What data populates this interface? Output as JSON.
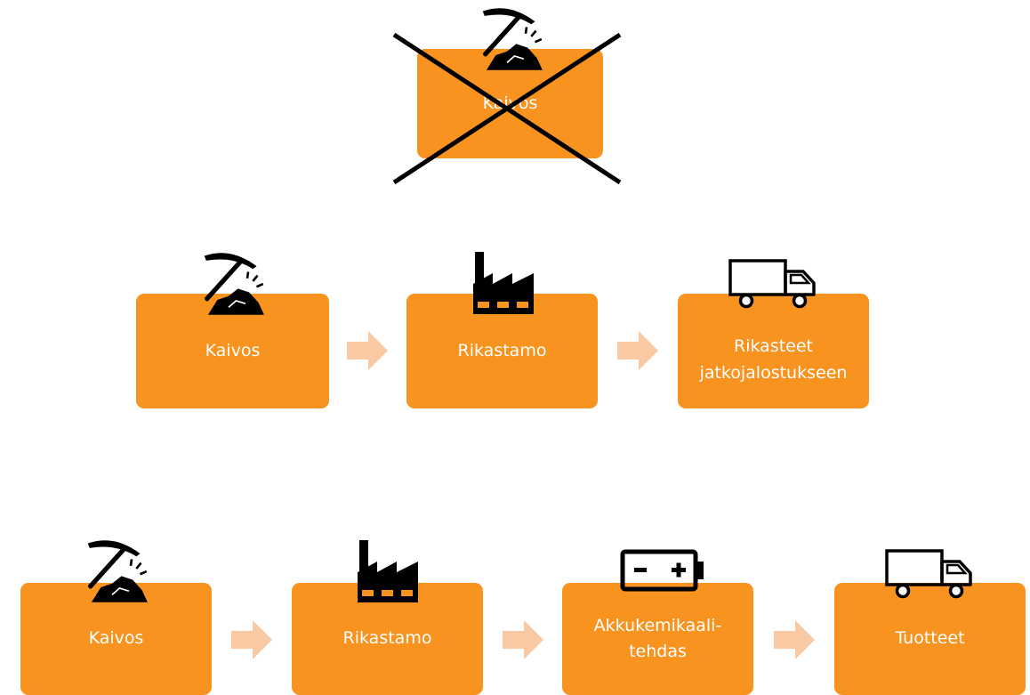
{
  "colors": {
    "box": "#f7931e",
    "arrow": "#f9c9a4",
    "icon": "#000000",
    "label": "#ffffff"
  },
  "top": {
    "box": {
      "label": "Kaivos",
      "icon": "pickaxe-ore-icon",
      "crossed_out": true
    }
  },
  "row1": {
    "boxes": [
      {
        "label_lines": [
          "Kaivos"
        ],
        "icon": "pickaxe-ore-icon"
      },
      {
        "label_lines": [
          "Rikastamo"
        ],
        "icon": "factory-icon"
      },
      {
        "label_lines": [
          "Rikasteet",
          "jatkojalostukseen"
        ],
        "icon": "truck-icon"
      }
    ]
  },
  "row2": {
    "boxes": [
      {
        "label_lines": [
          "Kaivos"
        ],
        "icon": "pickaxe-ore-icon"
      },
      {
        "label_lines": [
          "Rikastamo"
        ],
        "icon": "factory-icon"
      },
      {
        "label_lines": [
          "Akkukemikaali-",
          "tehdas"
        ],
        "icon": "battery-icon"
      },
      {
        "label_lines": [
          "Tuotteet"
        ],
        "icon": "truck-icon"
      }
    ]
  }
}
